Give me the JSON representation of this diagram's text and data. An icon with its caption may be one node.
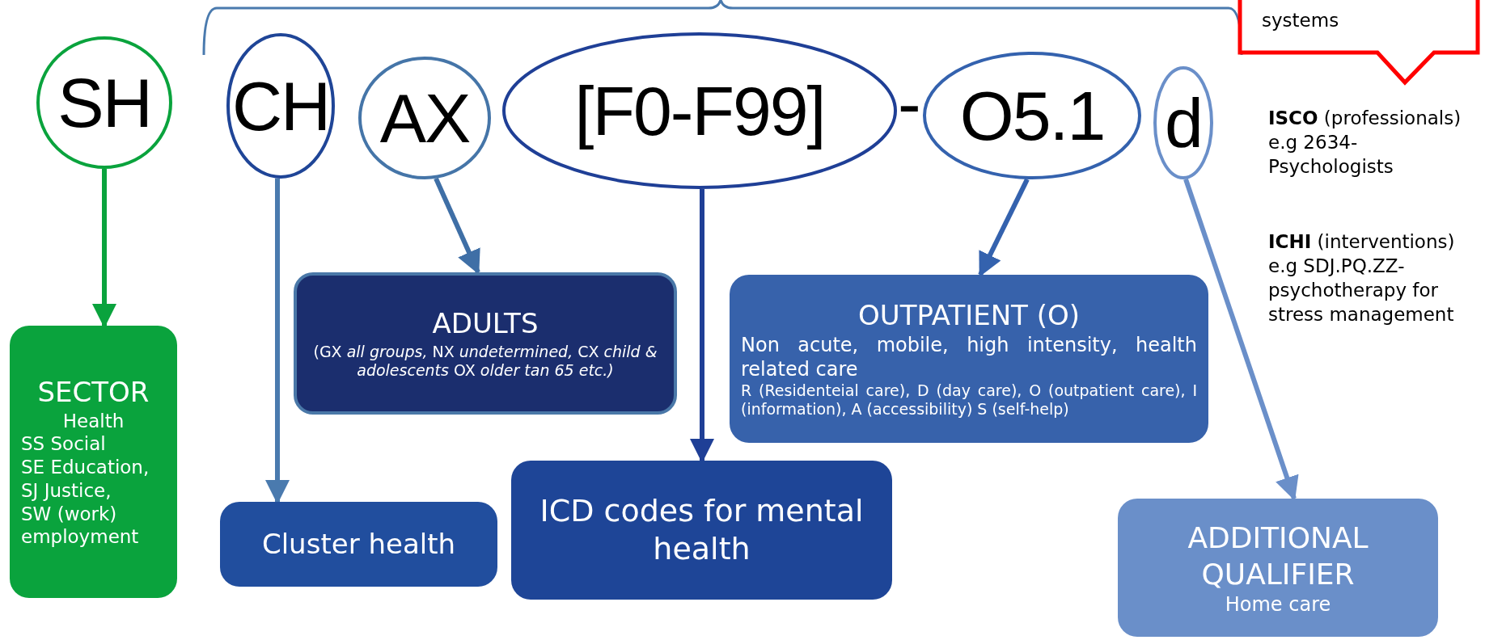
{
  "diagram": {
    "nodes": [
      {
        "text": [
          "systems"
        ]
      },
      {
        "text": [
          "SH"
        ]
      },
      {
        "text": [
          "CH"
        ]
      },
      {
        "text": [
          "AX"
        ]
      },
      {
        "text": [
          "[F0-F99]"
        ]
      },
      {
        "text": [
          "O5.1"
        ]
      },
      {
        "text": [
          "d"
        ]
      },
      {
        "text": [
          "ADULTS",
          "(GX *all groups,* NX *undetermined,*  CX *child & adolescents* OX *older tan 65 etc.)*"
        ]
      },
      {
        "text": [
          "OUTPATIENT (O)",
          "Non acute, mobile, high intensity, health related care",
          "R (Residenteial care), D (day care), O (outpatient care), I (information), A (accessibility)  S (self-help)"
        ]
      },
      {
        "text": [
          "SECTOR",
          "Health",
          "SS Social",
          "SE Education,",
          "SJ Justice,",
          "SW (work) employment"
        ]
      },
      {
        "text": [
          "ICD codes for mental health"
        ]
      },
      {
        "text": [
          "Cluster health"
        ]
      },
      {
        "text": [
          "ADDITIONAL QUALIFIER",
          "Home care"
        ]
      }
    ],
    "edges": [
      {
        "from": 1,
        "to": 9,
        "arrow": "to",
        "color": "#0aa33d"
      },
      {
        "from": 2,
        "to": 11,
        "arrow": "to",
        "color": "#4a7aae"
      },
      {
        "from": 3,
        "to": 7,
        "arrow": "to",
        "color": "#3f6fa6"
      },
      {
        "from": 4,
        "to": 10,
        "arrow": "to",
        "color": "#1f3f96"
      },
      {
        "from": 5,
        "to": 8,
        "arrow": "to",
        "color": "#3462ae"
      },
      {
        "from": 6,
        "to": 12,
        "arrow": "to",
        "color": "#6a8fc9"
      }
    ],
    "labels": [
      "-",
      "**ISCO** (professionals) e.g 2634- Psychologists",
      "**ICHI** (interventions) e.g SDJ.PQ.ZZ- psychotherapy for stress management"
    ]
  }
}
